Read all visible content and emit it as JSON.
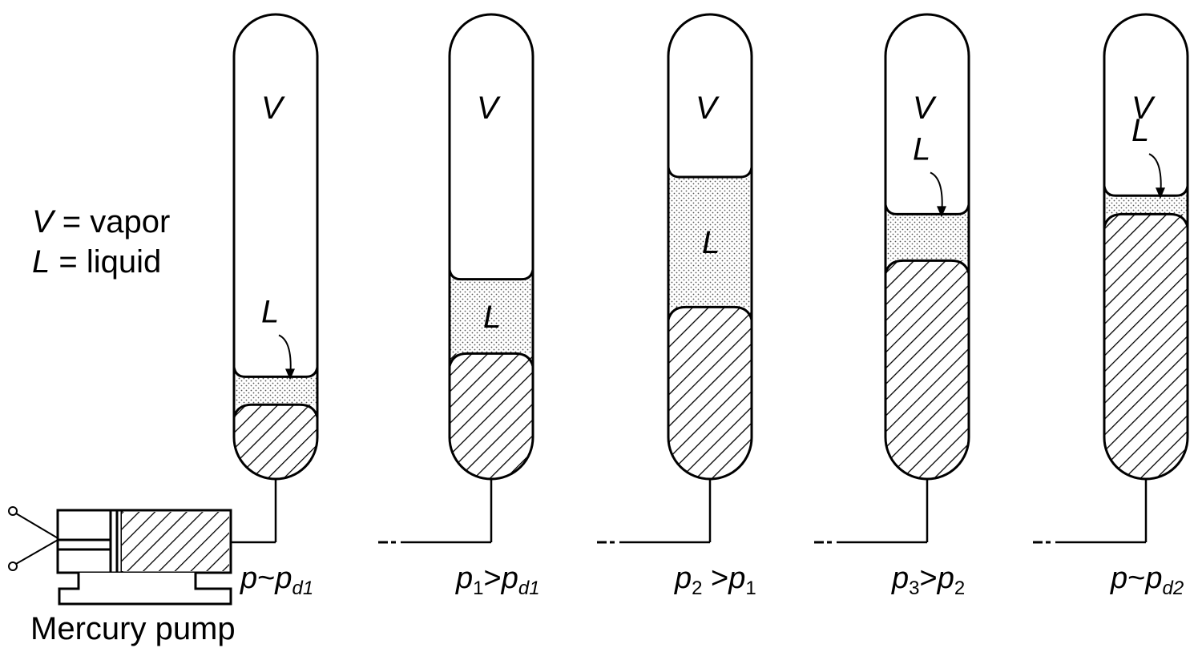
{
  "legend": {
    "vapor_symbol": "V",
    "vapor_text": " = vapor",
    "liquid_symbol": "L",
    "liquid_text": " = liquid"
  },
  "pump": {
    "label": "Mercury pump"
  },
  "tubes": [
    {
      "vapor_label": "V",
      "liquid_label": "L",
      "liquid_fraction": 0.06,
      "mercury_fraction": 0.16,
      "pressure": {
        "a": "p",
        "a_sub": "",
        "rel": "~",
        "b": "p",
        "b_sub": "d1"
      }
    },
    {
      "vapor_label": "V",
      "liquid_label": "L",
      "liquid_fraction": 0.16,
      "mercury_fraction": 0.27,
      "pressure": {
        "a": "p",
        "a_sub": "1",
        "rel": ">",
        "b": "p",
        "b_sub": "d1"
      }
    },
    {
      "vapor_label": "V",
      "liquid_label": "L",
      "liquid_fraction": 0.28,
      "mercury_fraction": 0.37,
      "pressure": {
        "a": "p",
        "a_sub": "2",
        "rel": " >",
        "b": "p",
        "b_sub": "1"
      }
    },
    {
      "vapor_label": "V",
      "liquid_label": "L",
      "liquid_fraction": 0.1,
      "mercury_fraction": 0.47,
      "pressure": {
        "a": "p",
        "a_sub": "3",
        "rel": ">",
        "b": "p",
        "b_sub": "2"
      }
    },
    {
      "vapor_label": "V",
      "liquid_label": "L",
      "liquid_fraction": 0.04,
      "mercury_fraction": 0.57,
      "pressure": {
        "a": "p",
        "a_sub": "",
        "rel": "~",
        "b": "p",
        "b_sub": "d2"
      }
    }
  ]
}
